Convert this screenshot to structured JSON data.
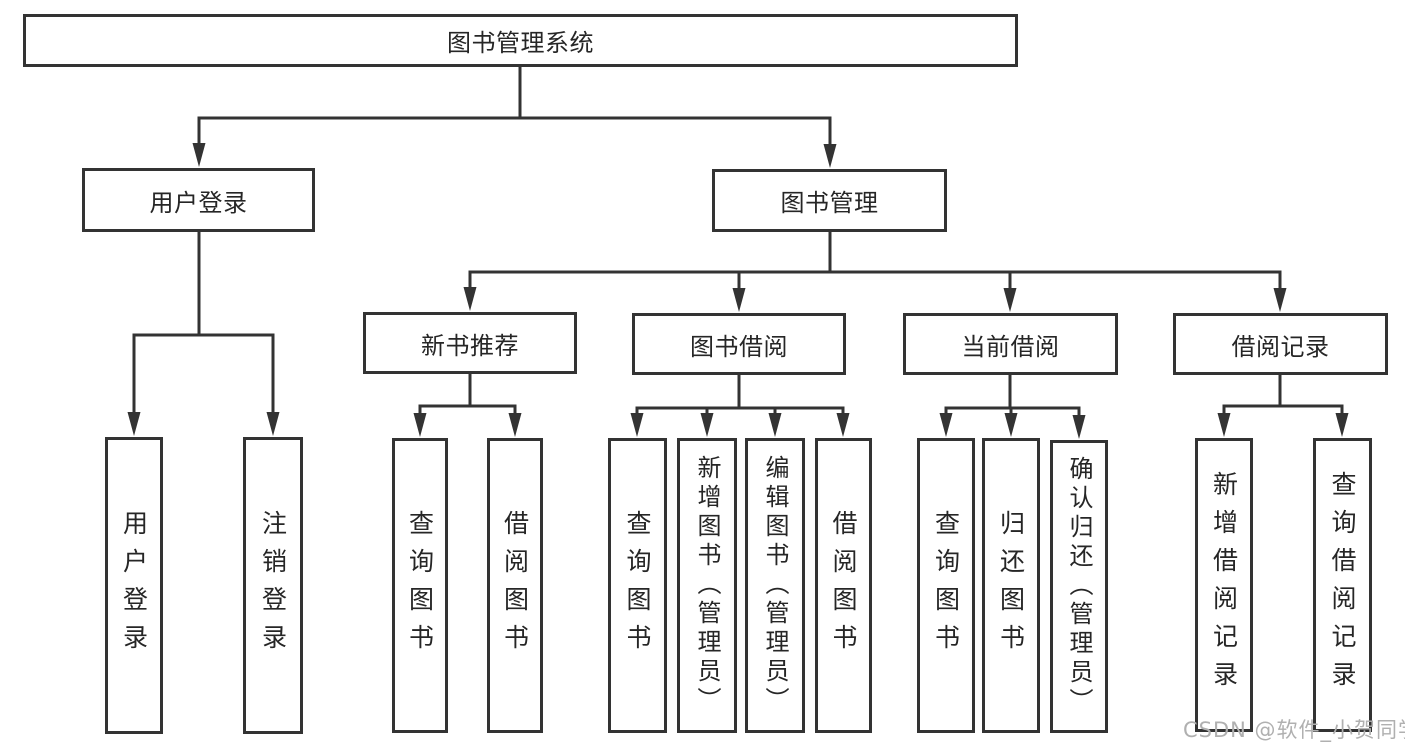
{
  "tree": {
    "root": {
      "label": "图书管理系统",
      "children": [
        {
          "label": "用户登录",
          "children": [
            {
              "label": "用户登录"
            },
            {
              "label": "注销登录"
            }
          ]
        },
        {
          "label": "图书管理",
          "children": [
            {
              "label": "新书推荐",
              "children": [
                {
                  "label": "查询图书"
                },
                {
                  "label": "借阅图书"
                }
              ]
            },
            {
              "label": "图书借阅",
              "children": [
                {
                  "label": "查询图书"
                },
                {
                  "label": "新增图书（管理员）"
                },
                {
                  "label": "编辑图书（管理员）"
                },
                {
                  "label": "借阅图书"
                }
              ]
            },
            {
              "label": "当前借阅",
              "children": [
                {
                  "label": "查询图书"
                },
                {
                  "label": "归还图书"
                },
                {
                  "label": "确认归还（管理员）"
                }
              ]
            },
            {
              "label": "借阅记录",
              "children": [
                {
                  "label": "新增借阅记录"
                },
                {
                  "label": "查询借阅记录"
                }
              ]
            }
          ]
        }
      ]
    }
  },
  "watermark": {
    "text": "CSDN @软件_小贺同学",
    "color": "#b0b0b0"
  },
  "colors": {
    "line": "#333333",
    "text": "#262626",
    "box_fill": "#ffffff",
    "background": "#ffffff"
  }
}
